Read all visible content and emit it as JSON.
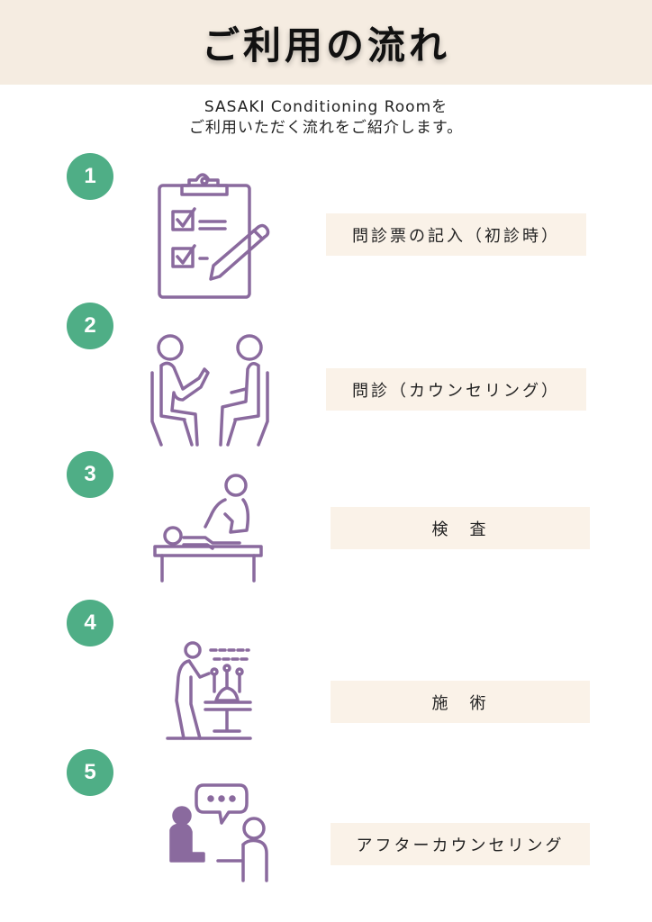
{
  "title": "ご利用の流れ",
  "intro": {
    "line1": "SASAKI Conditioning Roomを",
    "line2": "ご利用いただく流れをご紹介します。"
  },
  "colors": {
    "header_bg": "#f5ece1",
    "accent_green": "#4fae86",
    "icon_purple": "#8a6a9e",
    "label_bg": "#faf2e8"
  },
  "steps": [
    {
      "number": "1",
      "label": "問診票の記入（初診時）",
      "icon": "clipboard-checklist-icon"
    },
    {
      "number": "2",
      "label": "問診（カウンセリング）",
      "icon": "consultation-icon"
    },
    {
      "number": "3",
      "label": "検　査",
      "icon": "examination-icon"
    },
    {
      "number": "4",
      "label": "施　術",
      "icon": "treatment-icon"
    },
    {
      "number": "5",
      "label": "アフターカウンセリング",
      "icon": "after-counseling-icon"
    }
  ]
}
